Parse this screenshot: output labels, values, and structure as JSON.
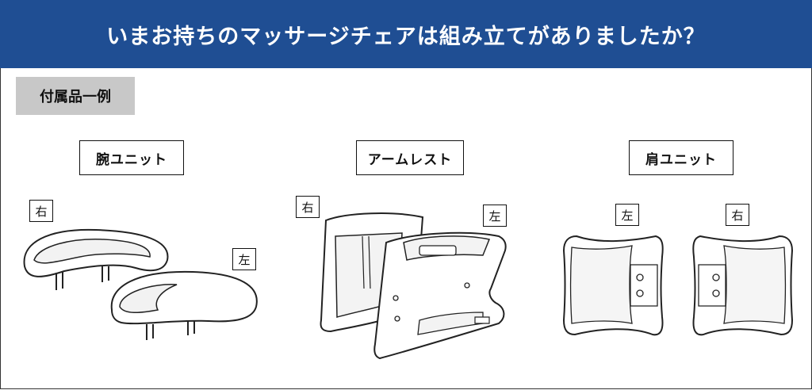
{
  "header": {
    "title": "いまお持ちのマッサージチェアは組み立てがありましたか？"
  },
  "section_tag": "付属品一例",
  "items": [
    {
      "name": "腕ユニット",
      "side_right": "右",
      "side_left": "左"
    },
    {
      "name": "アームレスト",
      "side_right": "右",
      "side_left": "左"
    },
    {
      "name": "肩ユニット",
      "side_left": "左",
      "side_right": "右"
    }
  ],
  "colors": {
    "header_bg": "#1f4e93",
    "tag_bg": "#c8c8c8"
  }
}
